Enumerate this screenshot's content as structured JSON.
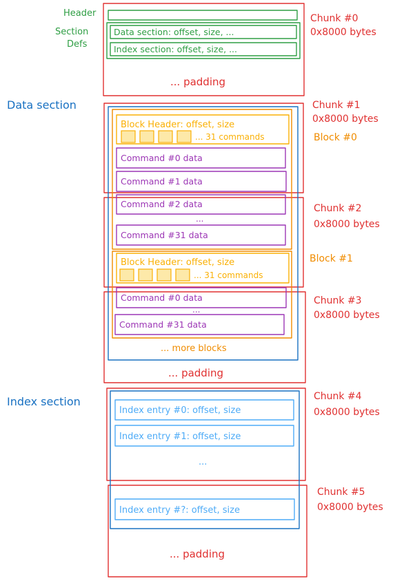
{
  "labels": {
    "header": "Header",
    "section_defs_1": "Section",
    "section_defs_2": "Defs",
    "data_section": "Data section",
    "index_section": "Index section"
  },
  "chunks": [
    {
      "title": "Chunk #0",
      "size": "0x8000 bytes"
    },
    {
      "title": "Chunk #1",
      "size": "0x8000 bytes"
    },
    {
      "title": "Chunk #2",
      "size": "0x8000 bytes"
    },
    {
      "title": "Chunk #3",
      "size": "0x8000 bytes"
    },
    {
      "title": "Chunk #4",
      "size": "0x8000 bytes"
    },
    {
      "title": "Chunk #5",
      "size": "0x8000 bytes"
    }
  ],
  "chunk0": {
    "data_section_def": "Data section: offset, size, ...",
    "index_section_def": "Index section: offset, size, ...",
    "padding": "... padding"
  },
  "blocks": [
    {
      "label": "Block #0",
      "header": "Block Header: offset, size",
      "commands_note": "... 31 commands",
      "commands": [
        "Command #0 data",
        "Command #1 data",
        "Command #2 data",
        "...",
        "Command #31 data"
      ]
    },
    {
      "label": "Block #1",
      "header": "Block Header: offset, size",
      "commands_note": "... 31 commands",
      "commands": [
        "Command #0 data",
        "...",
        "Command #31 data"
      ]
    }
  ],
  "more_blocks": "... more blocks",
  "data_padding": "... padding",
  "index_entries": {
    "entry0": "Index entry #0: offset, size",
    "entry1": "Index entry #1: offset, size",
    "ellipsis": "...",
    "entry_last": "Index entry #?: offset, size"
  },
  "final_padding": "... padding",
  "colors": {
    "chunk": "#e03131",
    "header_defs": "#2f9e44",
    "section": "#1971c2",
    "index_entry": "#4dabf7",
    "block": "#f08c00",
    "block_header": "#fab005",
    "command": "#9c36b5"
  }
}
